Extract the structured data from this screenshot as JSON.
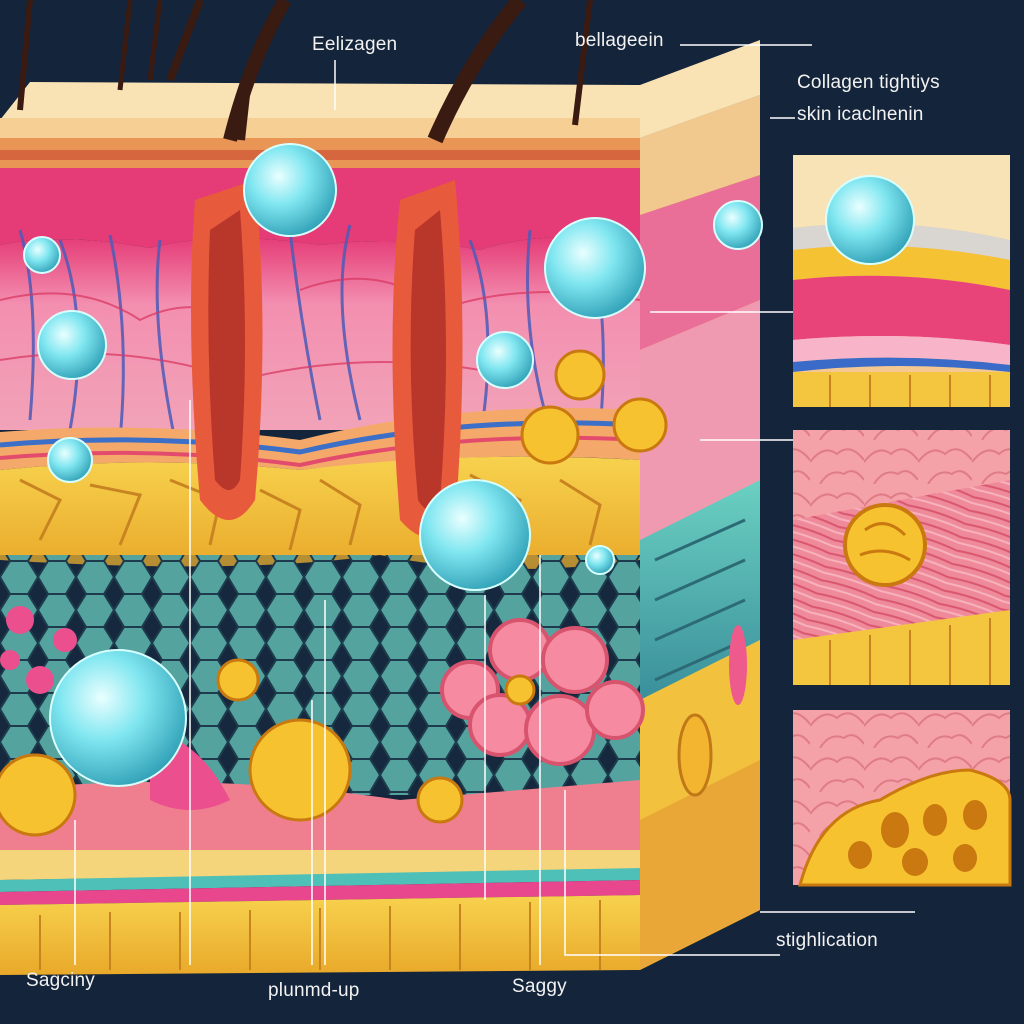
{
  "labels": {
    "top_center": "Eelizagen",
    "top_right": "bellageein",
    "right_line1": "Collagen tightiys",
    "right_line2": "skin icaclnenin",
    "right_bottom": "stighlication",
    "bottom_left": "Sagciny",
    "bottom_center": "plunmd-up",
    "bottom_right": "Saggy"
  },
  "colors": {
    "background": "#14243a",
    "epidermis": "#f6d9a8",
    "dermis_top": "#e9437a",
    "dermis": "#f08aa8",
    "fat": "#f4c53a",
    "cells_teal": "#5fc7bd",
    "bubble": "#7fe6f0",
    "collagen_pink": "#f06a8a"
  }
}
